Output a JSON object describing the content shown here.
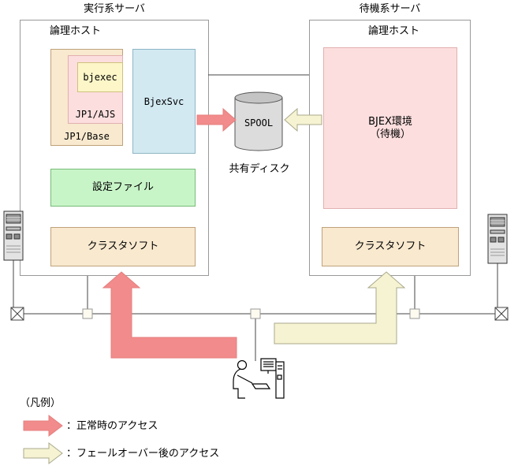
{
  "colors": {
    "line": "#444444",
    "red_arrow": "#f28b8b",
    "red_arrow_border": "#e57f7f",
    "yellow_arrow_fill": "#f6f3d2",
    "yellow_arrow_border": "#a9a98c",
    "tan_fill": "#f8e9cf",
    "tan_border": "#bfa27a",
    "pink_fill": "#fcdede",
    "pink_border": "#e2b0b0",
    "cream_fill": "#fdf6c8",
    "cream_border": "#cfc27e",
    "blue_fill": "#d2e9f2",
    "blue_border": "#8fb5c4",
    "green_fill": "#c8f5c8",
    "green_border": "#77bb77",
    "cylinder_fill": "#dcdcdc",
    "cylinder_top": "#c4c4c4",
    "cylinder_border": "#555555"
  },
  "active_server": {
    "title": "実行系サーバ",
    "logical_host_label": "論理ホスト",
    "jp1_base_label": "JP1/Base",
    "jp1_ajs_label": "JP1/AJS",
    "bjexec_label": "bjexec",
    "bjexsvc_label": "BjexSvc",
    "config_file_label": "設定ファイル",
    "cluster_software_label": "クラスタソフト"
  },
  "standby_server": {
    "title": "待機系サーバ",
    "logical_host_label": "論理ホスト",
    "bjex_env_line1": "BJEX環境",
    "bjex_env_line2": "（待機）",
    "cluster_software_label": "クラスタソフト"
  },
  "shared_disk": {
    "cylinder_label": "SPOOL",
    "caption": "共有ディスク"
  },
  "legend": {
    "title": "（凡例）",
    "normal_access": "：正常時のアクセス",
    "failover_access": "：フェールオーバー後のアクセス"
  }
}
